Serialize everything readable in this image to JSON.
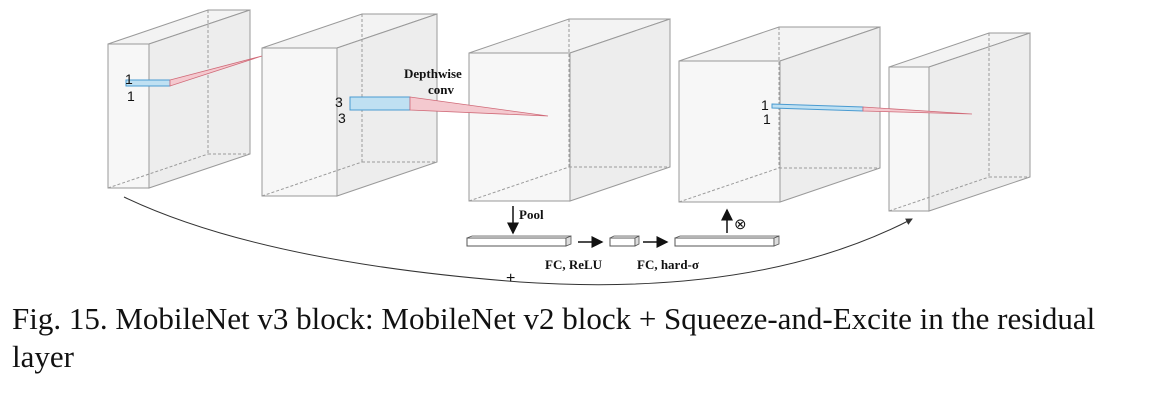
{
  "diagram": {
    "kernel_labels": {
      "k1_a": "1",
      "k1_b": "1",
      "k2_a": "3",
      "k2_b": "3",
      "k3_a": "1",
      "k3_b": "1"
    },
    "depthwise": {
      "line1": "Depthwise",
      "line2": "conv"
    },
    "pool_label": "Pool",
    "fc_relu_label": "FC, ReLU",
    "fc_hard_label": "FC, hard-σ",
    "multiply_symbol": "⊗",
    "plus_symbol": "+",
    "colors": {
      "box_edge": "#9a9a9a",
      "box_face": "#f7f7f7",
      "kernel_blue": "#bfe0f2",
      "kernel_blue_edge": "#4a9bd1",
      "projection_pink": "#f4c9cf",
      "projection_pink_edge": "#d06a78"
    }
  },
  "caption": {
    "text": "Fig. 15.  MobileNet v3 block: MobileNet v2 block + Squeeze-and-Excite in the residual layer"
  }
}
